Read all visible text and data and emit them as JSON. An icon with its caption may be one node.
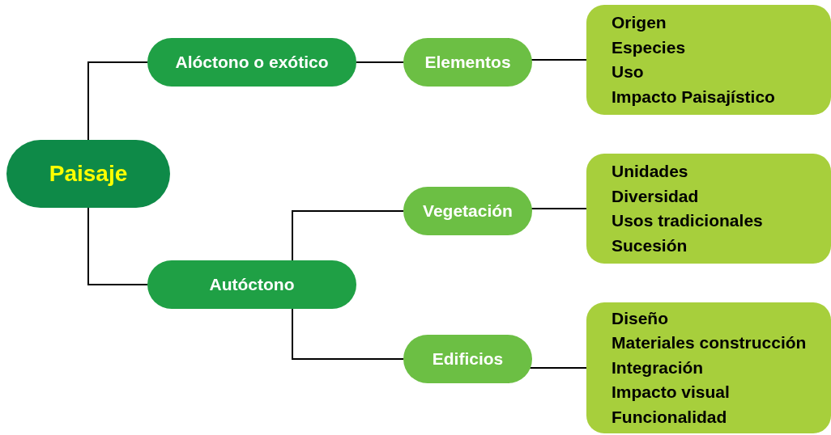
{
  "diagram": {
    "nodes": [
      {
        "text": [
          "Paisaje"
        ]
      },
      {
        "text": [
          "Alóctono o exótico"
        ]
      },
      {
        "text": [
          "Autóctono"
        ]
      },
      {
        "text": [
          "Elementos"
        ]
      },
      {
        "text": [
          "Vegetación"
        ]
      },
      {
        "text": [
          "Edificios"
        ]
      },
      {
        "text": [
          "Origen",
          "Especies",
          "Uso",
          "Impacto Paisajístico"
        ]
      },
      {
        "text": [
          "Unidades",
          "Diversidad",
          "Usos tradicionales",
          "Sucesión"
        ]
      },
      {
        "text": [
          "Diseño",
          "Materiales construcción",
          "Integración",
          "Impacto visual",
          "Funcionalidad"
        ]
      }
    ],
    "edges": [
      {
        "from": 0,
        "to": 1,
        "arrow": "none"
      },
      {
        "from": 0,
        "to": 2,
        "arrow": "none"
      },
      {
        "from": 1,
        "to": 3,
        "arrow": "none"
      },
      {
        "from": 2,
        "to": 4,
        "arrow": "none"
      },
      {
        "from": 2,
        "to": 5,
        "arrow": "none"
      },
      {
        "from": 3,
        "to": 6,
        "arrow": "none"
      },
      {
        "from": 4,
        "to": 7,
        "arrow": "none"
      },
      {
        "from": 5,
        "to": 8,
        "arrow": "none"
      }
    ]
  }
}
